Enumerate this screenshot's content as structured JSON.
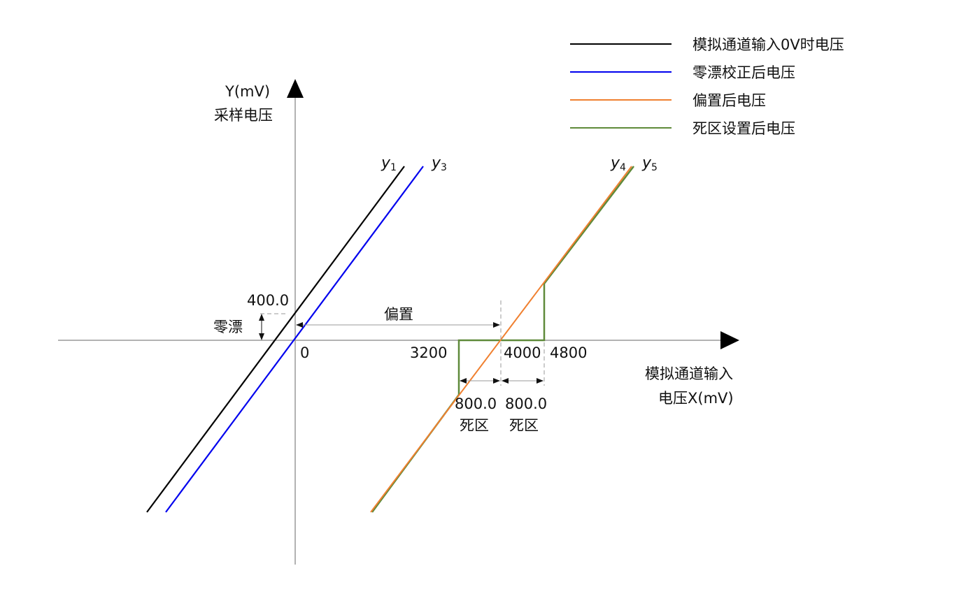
{
  "legend": [
    {
      "label": "模拟通道输入0V时电压",
      "color": "#000000"
    },
    {
      "label": "零漂校正后电压",
      "color": "#0000ee"
    },
    {
      "label": "偏置后电压",
      "color": "#f08030"
    },
    {
      "label": "死区设置后电压",
      "color": "#5f8a3a"
    }
  ],
  "axes": {
    "y_label_1": "Y(mV)",
    "y_label_2": "采样电压",
    "x_label_1": "模拟通道输入",
    "x_label_2": "电压X(mV)"
  },
  "curves": {
    "y1": {
      "name": "y",
      "sub": "1"
    },
    "y3": {
      "name": "y",
      "sub": "3"
    },
    "y4": {
      "name": "y",
      "sub": "4"
    },
    "y5": {
      "name": "y",
      "sub": "5"
    }
  },
  "annotations": {
    "zero_drift_value": "400.0",
    "zero_drift": "零漂",
    "offset": "偏置",
    "tick_0": "0",
    "tick_3200": "3200",
    "tick_4000": "4000",
    "tick_4800": "4800",
    "deadzone_left_value": "800.0",
    "deadzone_left": "死区",
    "deadzone_right_value": "800.0",
    "deadzone_right": "死区"
  }
}
